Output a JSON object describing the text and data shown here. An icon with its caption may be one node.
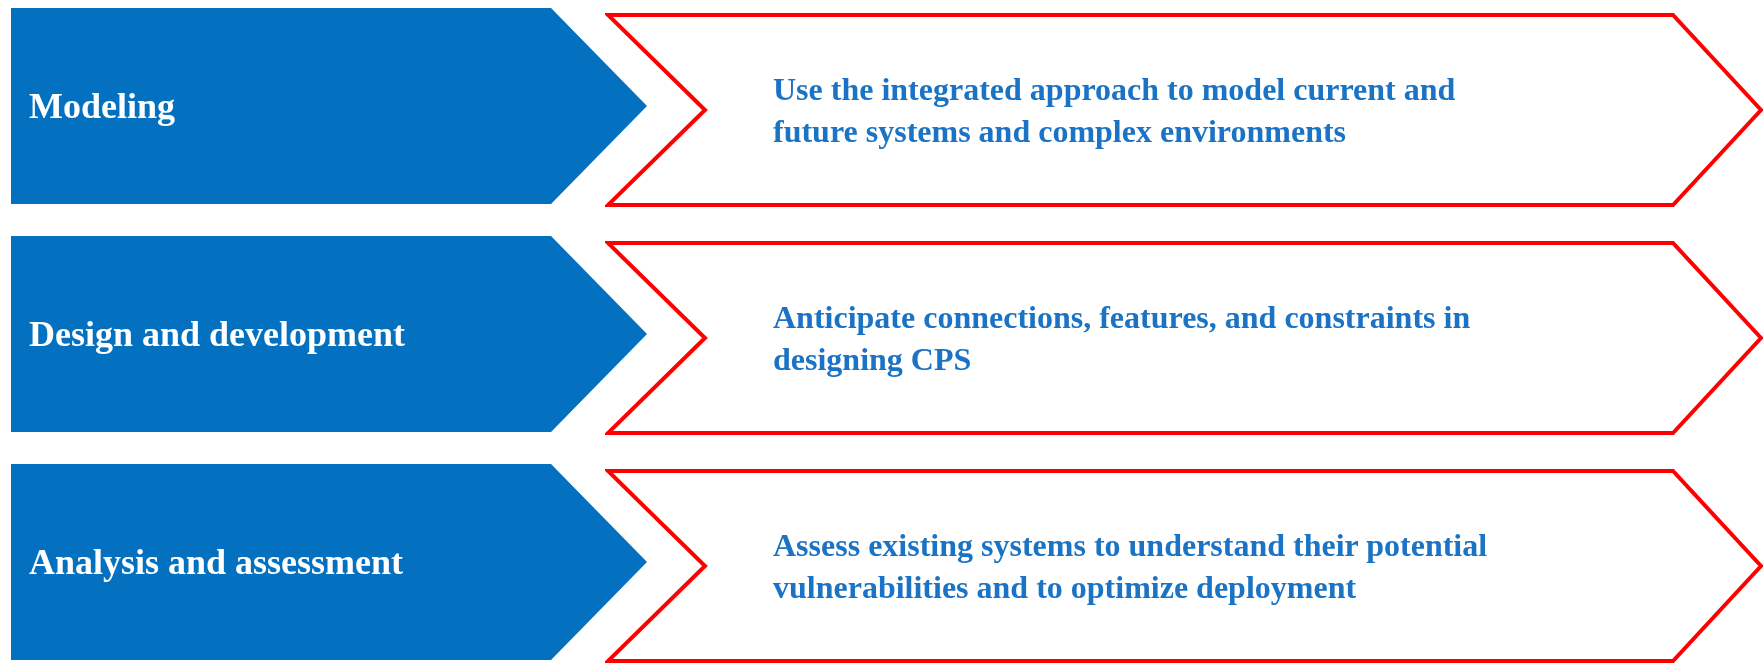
{
  "diagram": {
    "nodes": [
      {
        "text": [
          "Modeling"
        ]
      },
      {
        "text": [
          "Use the integrated approach to model current and future systems and complex environments"
        ]
      },
      {
        "text": [
          "Design and development"
        ]
      },
      {
        "text": [
          "Anticipate connections, features, and constraints in designing CPS"
        ]
      },
      {
        "text": [
          "Analysis and assessment"
        ]
      },
      {
        "text": [
          "Assess existing systems to understand their potential vulnerabilities and to optimize deployment"
        ]
      }
    ]
  }
}
